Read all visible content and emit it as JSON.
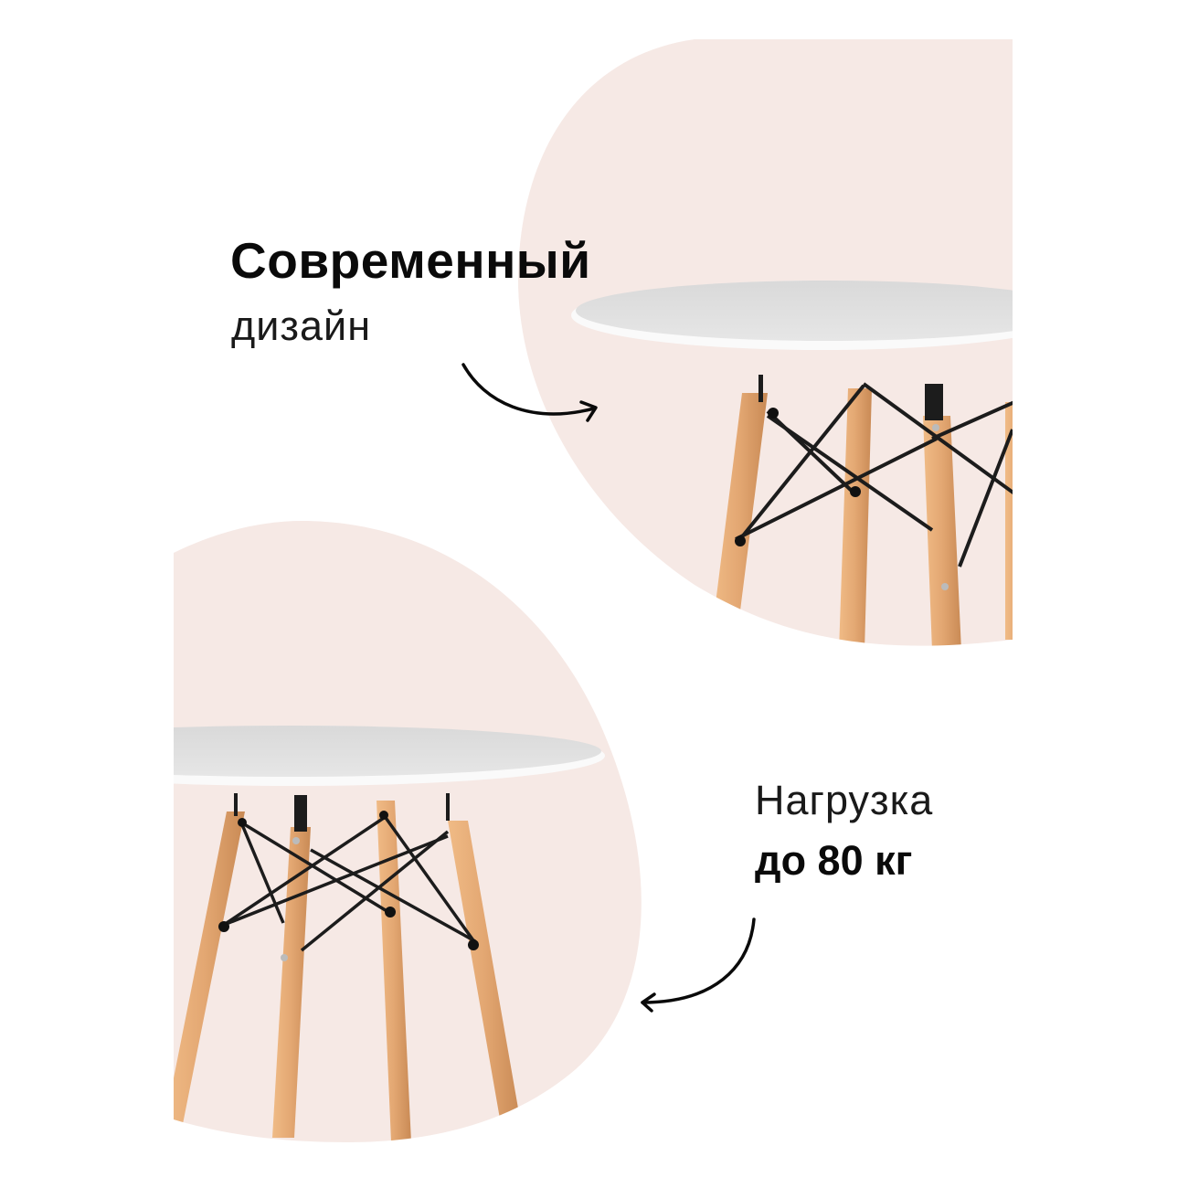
{
  "feature_design": {
    "title": "Современный",
    "subtitle": "дизайн"
  },
  "feature_load": {
    "title": "Нагрузка",
    "value": "до 80 кг"
  },
  "icons": {
    "arrow_top": "curved-arrow-right",
    "arrow_bottom": "curved-arrow-left"
  },
  "colors": {
    "background": "#ffffff",
    "blob": "#f6e9e5",
    "tabletop": "#e2e2e2",
    "tabletop_edge": "#fafafa",
    "wood_leg": "#e3a772",
    "wood_leg_shade": "#c98a55",
    "metal_frame": "#1c1c1c",
    "text": "#0a0a0a"
  }
}
